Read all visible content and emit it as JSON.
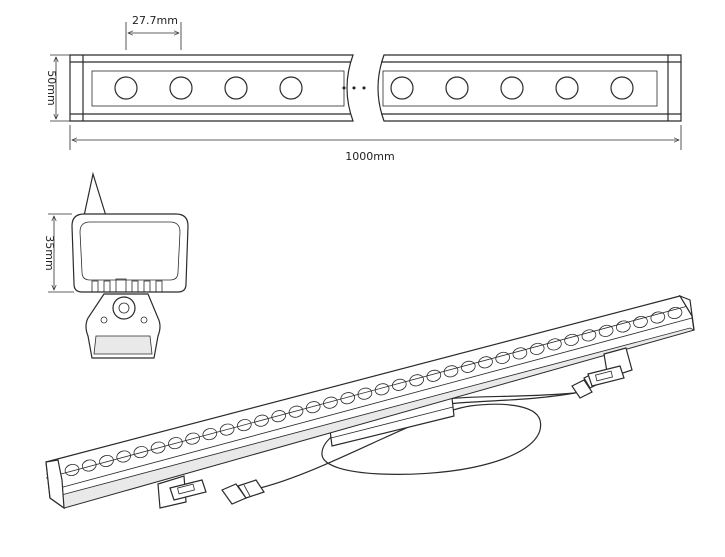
{
  "dimensions": {
    "spacing": "27.7mm",
    "height_front": "50mm",
    "length": "1000mm",
    "height_side": "35mm"
  },
  "front_view": {
    "left_led_count": 4,
    "right_led_count": 5,
    "break_symbol": "• • •"
  },
  "perspective_view": {
    "led_count": 36
  }
}
